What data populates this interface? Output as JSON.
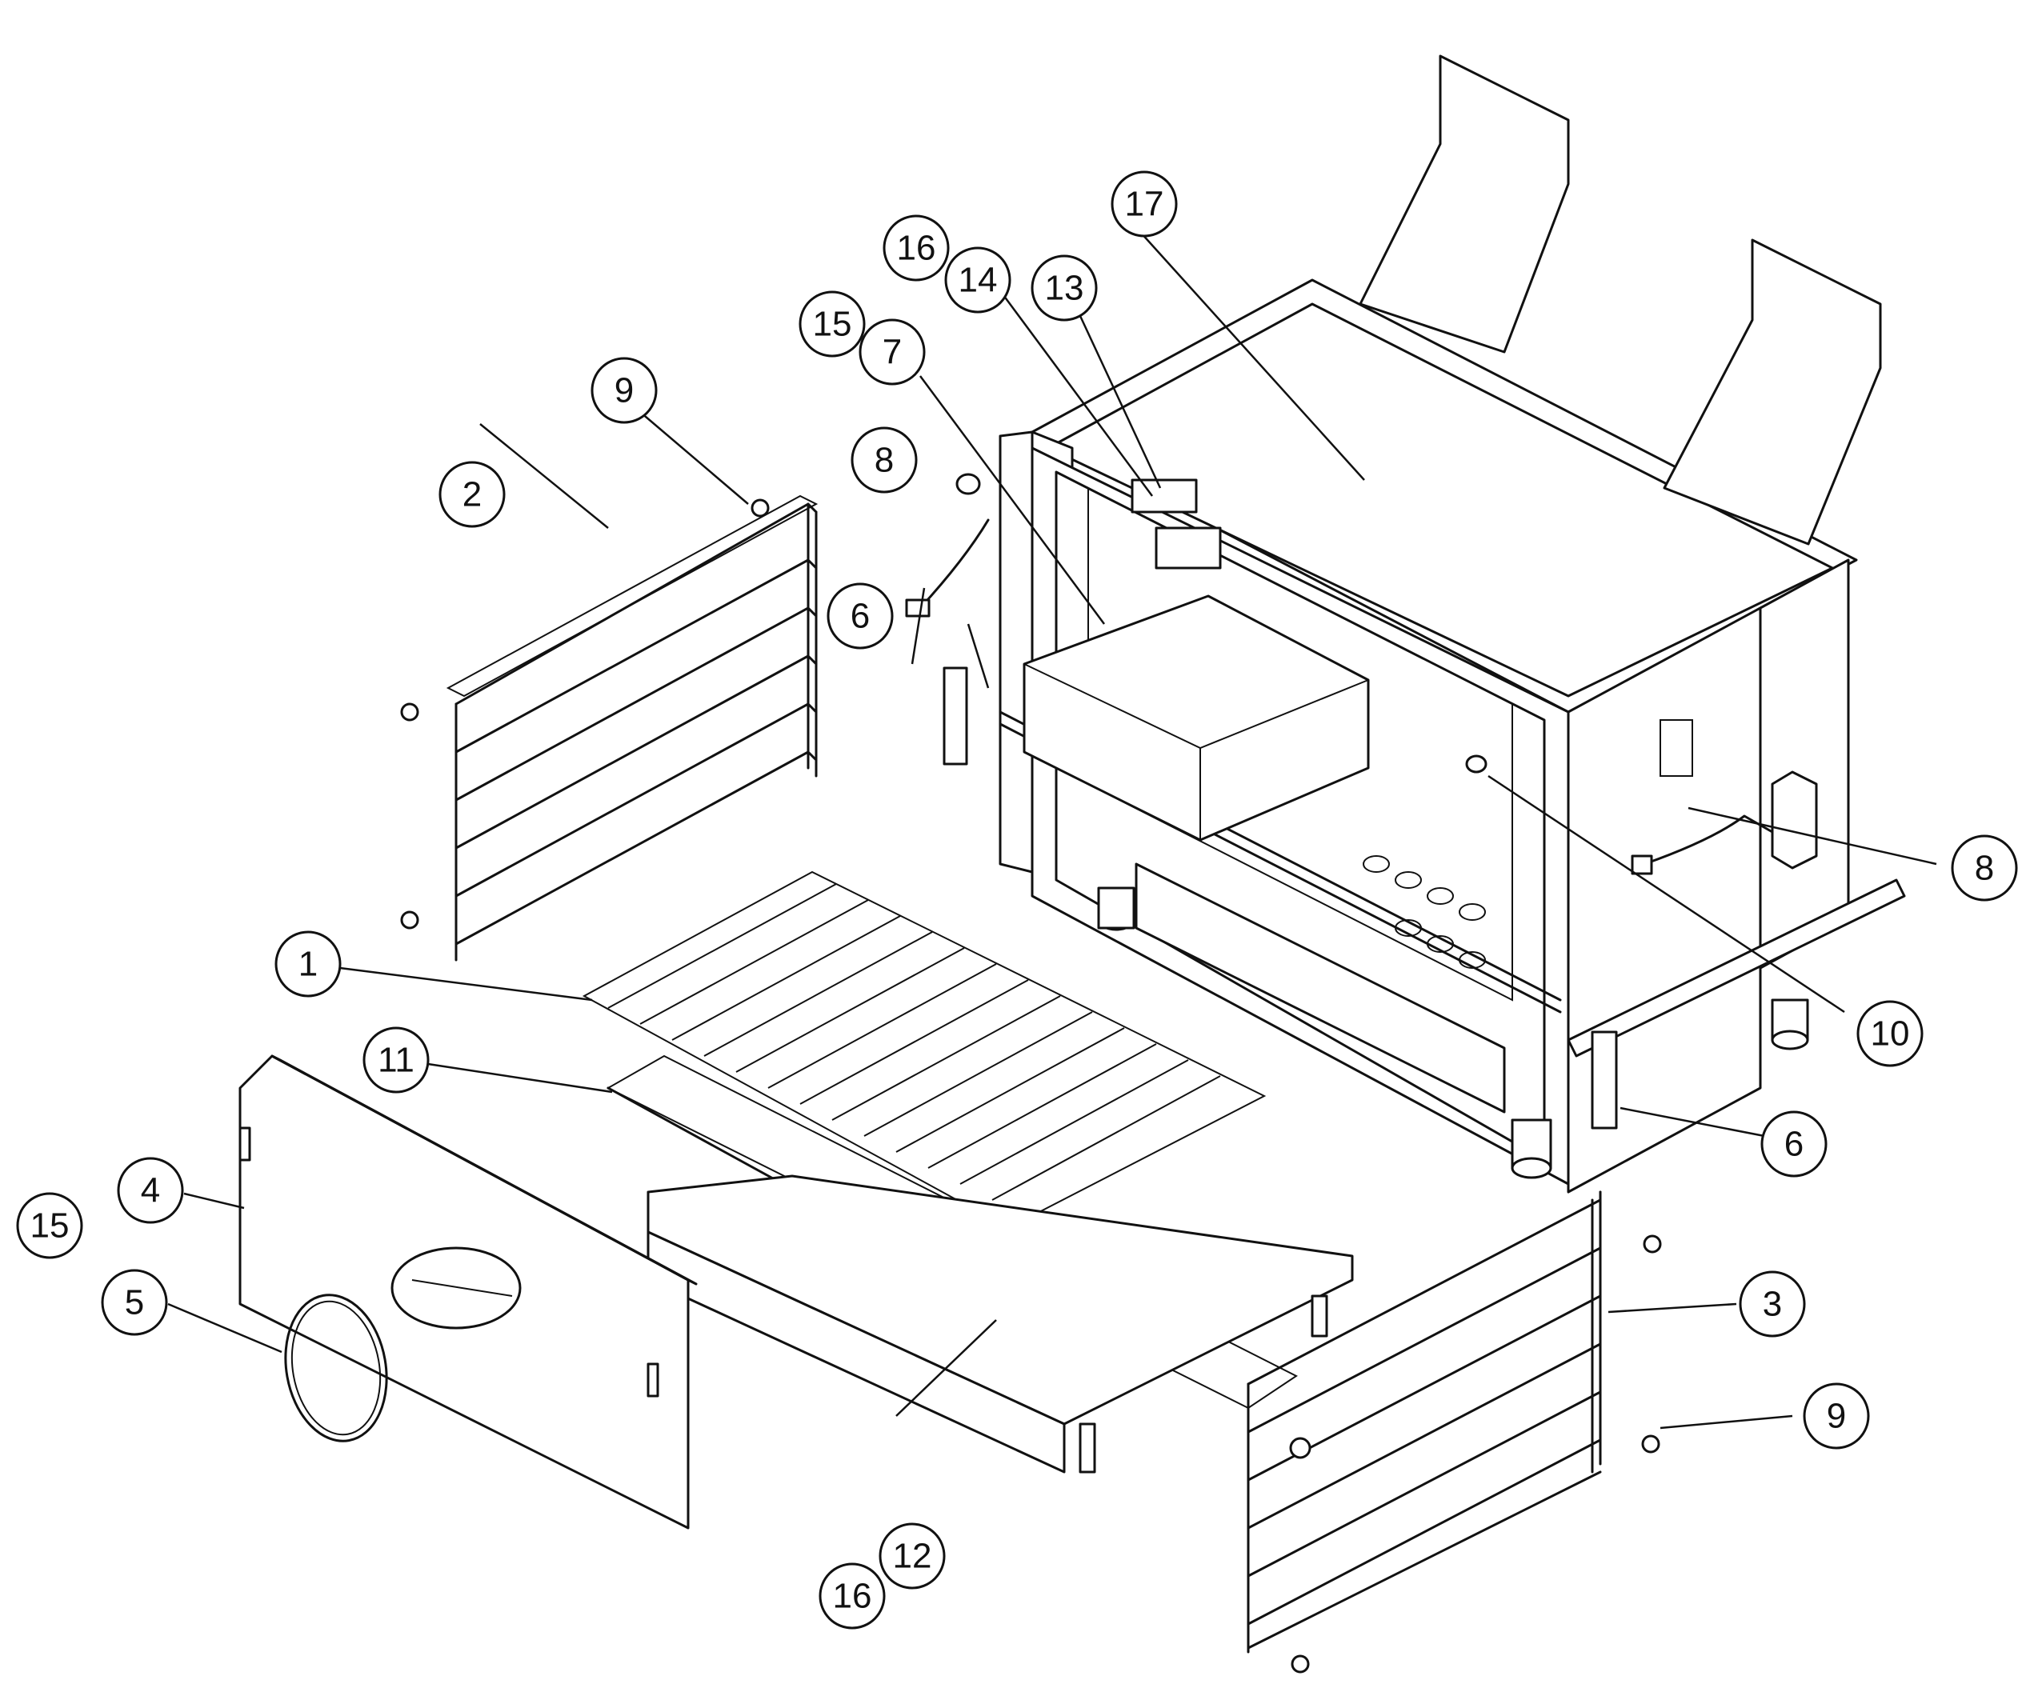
{
  "callouts": {
    "c1": "1",
    "c2": "2",
    "c3": "3",
    "c4": "4",
    "c5": "5",
    "c6a": "6",
    "c6b": "6",
    "c7": "7",
    "c8a": "8",
    "c8b": "8",
    "c9a": "9",
    "c9b": "9",
    "c10": "10",
    "c11": "11",
    "c12": "12",
    "c13": "13",
    "c14": "14",
    "c15a": "15",
    "c15b": "15",
    "c16a": "16",
    "c16b": "16",
    "c17": "17"
  }
}
